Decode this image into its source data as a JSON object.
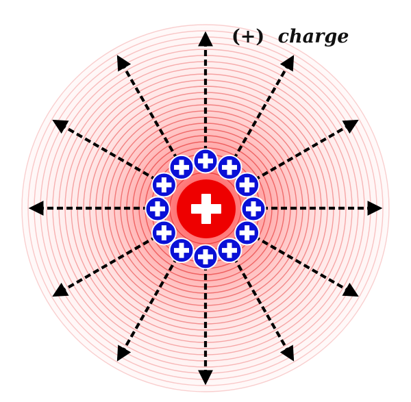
{
  "title": {
    "sign": "(+)",
    "word": "charge"
  },
  "central_charge": {
    "sign": "+",
    "color": "#ee0000"
  },
  "surrounding_charges": {
    "count": 12,
    "sign": "+",
    "color": "#0a10d6"
  },
  "field_lines": {
    "count": 12,
    "style": "dashed",
    "direction": "outward",
    "color": "#000000"
  },
  "field_region": {
    "shape": "concentric-rings",
    "color": "#e63030"
  }
}
